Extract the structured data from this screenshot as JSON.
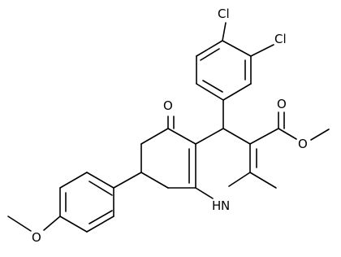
{
  "structure": {
    "atom_labels": {
      "cl_top": "Cl",
      "cl_right": "Cl",
      "carbonyl_o": "O",
      "ester_o_double": "O",
      "ester_o_single": "O",
      "ring_nh": "H",
      "ring_nh_n": "N",
      "methoxy_o": "O"
    }
  }
}
